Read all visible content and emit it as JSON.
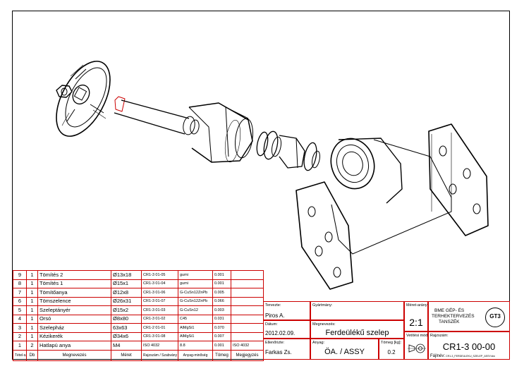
{
  "bom": {
    "headers": {
      "pos": "Tétel-szám",
      "qty": "Db",
      "name": "Megnevezés",
      "size": "Méret",
      "drawing": "Rajzszám / Szabvány",
      "material": "Anyag-minőség",
      "weight": "Tömeg",
      "note": "Megjegyzés"
    },
    "rows": [
      {
        "pos": "9",
        "qty": "1",
        "name": "Tömítés 2",
        "size": "Ø13x18",
        "drawing": "CR1-3 01-05",
        "material": "gumi",
        "weight": "0.001",
        "note": ""
      },
      {
        "pos": "8",
        "qty": "1",
        "name": "Tömítés 1",
        "size": "Ø15x1",
        "drawing": "CR1-3 01-04",
        "material": "gumi",
        "weight": "0.001",
        "note": ""
      },
      {
        "pos": "7",
        "qty": "1",
        "name": "Tömítőanya",
        "size": "Ø12x8",
        "drawing": "CR1-3 01-06",
        "material": "G-CuSn12ZnPb",
        "weight": "0.005",
        "note": ""
      },
      {
        "pos": "6",
        "qty": "1",
        "name": "Tömszelence",
        "size": "Ø26x31",
        "drawing": "CR1-3 01-07",
        "material": "G-CuSn12ZnPb",
        "weight": "0.066",
        "note": ""
      },
      {
        "pos": "5",
        "qty": "1",
        "name": "Szeleptányér",
        "size": "Ø15x2",
        "drawing": "CR1-3 01-03",
        "material": "G-CuSn12",
        "weight": "0.003",
        "note": ""
      },
      {
        "pos": "4",
        "qty": "1",
        "name": "Orsó",
        "size": "Ø8x80",
        "drawing": "CR1-3 01-02",
        "material": "C45",
        "weight": "0.031",
        "note": ""
      },
      {
        "pos": "3",
        "qty": "1",
        "name": "Szelepház",
        "size": "63x63",
        "drawing": "CR1-2 01-01",
        "material": "AlMgSi1",
        "weight": "0.070",
        "note": ""
      },
      {
        "pos": "2",
        "qty": "1",
        "name": "Kézikerék",
        "size": "Ø34x6",
        "drawing": "CR1-3 01-08",
        "material": "AlMgSi1",
        "weight": "0.007",
        "note": ""
      },
      {
        "pos": "1",
        "qty": "2",
        "name": "Hatlapú anya",
        "size": "M4",
        "drawing": "ISO 4032",
        "material": "8.8",
        "weight": "0.001",
        "note": "ISO 4032"
      }
    ]
  },
  "title_block": {
    "drawn_label": "Tervezte:",
    "drawn_value": "Piros A.",
    "date_label": "Dátum:",
    "date_value": "2012.02.09.",
    "checked_label": "Ellenőrizte:",
    "checked_value": "Farkas Zs.",
    "project_label": "Gyártmány:",
    "name_label": "Megnevezés:",
    "name_value": "Ferdeülékű szelep",
    "material_label": "Anyag:",
    "material_value": "ÖA. / ASSY",
    "mass_label": "Tömeg [kg]:",
    "mass_value": "0.2",
    "scale_label": "Méret-arány:",
    "scale_value": "2:1",
    "projection_label": "Vetítési mód:",
    "institution_line1": "BME GÉP- ÉS",
    "institution_line2": "TERHEKTERVEZÉS",
    "institution_line3": "TANSZÉK",
    "logo_text": "GT3",
    "drawing_no_label": "Rajzszám:",
    "drawing_no_value": "CR1-3 00-00",
    "file_label": "Fájlnév:",
    "file_value": "CR1-3_FERDEULEKU_SZELEP_ASSY.idw"
  }
}
